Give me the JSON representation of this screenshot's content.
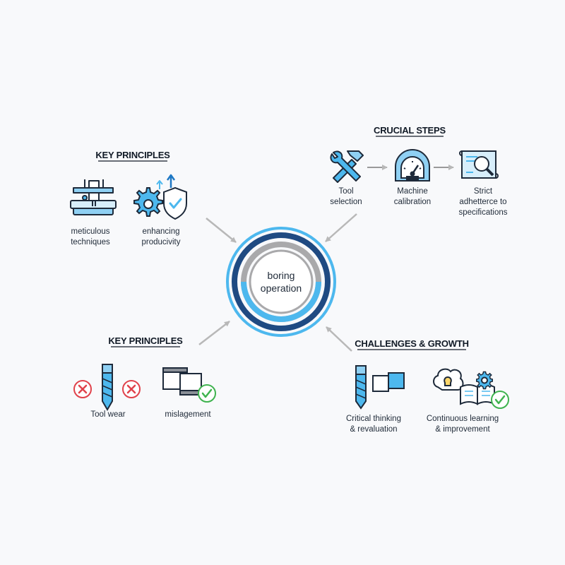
{
  "center": {
    "line1": "boring",
    "line2": "operation"
  },
  "key_principles_top": {
    "title": "KEY PRINCIPLES",
    "items": [
      {
        "icon": "caliper-machine-icon",
        "lines": [
          "meticulous",
          "techniques"
        ]
      },
      {
        "icon": "gear-shield-check-icon",
        "lines": [
          "enhancing",
          "producivity"
        ]
      }
    ]
  },
  "crucial_steps": {
    "title": "CRUCIAL STEPS",
    "items": [
      {
        "icon": "hammer-wrench-icon",
        "lines": [
          "Tool",
          "selection"
        ]
      },
      {
        "icon": "gauge-icon",
        "lines": [
          "Machine",
          "calibration"
        ]
      },
      {
        "icon": "blueprint-magnifier-icon",
        "lines": [
          "Strict",
          "adhetterce to",
          "specifications"
        ]
      }
    ]
  },
  "key_principles_bottom": {
    "title": "KEY PRINCIPLES",
    "items": [
      {
        "icon": "drill-bit-cross-icon",
        "lines": [
          "Tool wear"
        ]
      },
      {
        "icon": "misaligned-blocks-check-icon",
        "lines": [
          "mislagement"
        ]
      }
    ]
  },
  "challenges_growth": {
    "title": "CHALLENGES & GROWTH",
    "items": [
      {
        "icon": "drill-bit-block-icon",
        "lines": [
          "Critical thinking",
          "& revaluation"
        ]
      },
      {
        "icon": "brain-book-gear-icon",
        "lines": [
          "Continuous learning",
          "& improvement"
        ]
      }
    ]
  },
  "colors": {
    "accent_light": "#4db8ee",
    "navy": "#1f4a82",
    "gray": "#a9a9ab",
    "red": "#e0424b",
    "green": "#3fb34f"
  }
}
